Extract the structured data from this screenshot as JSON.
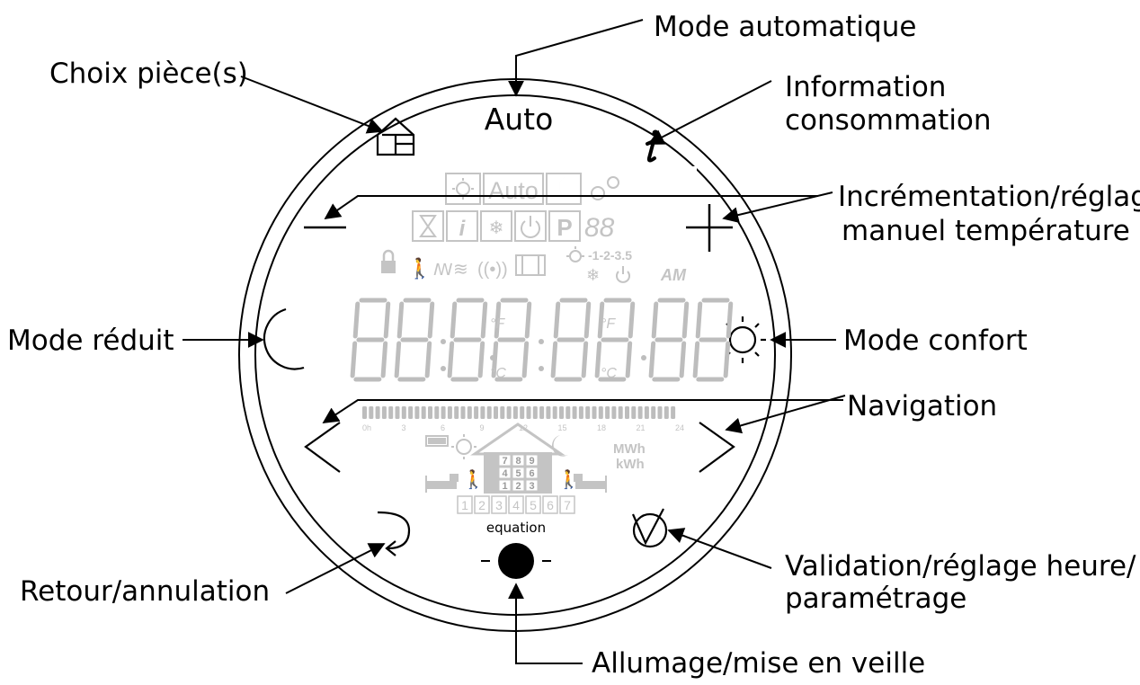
{
  "device": {
    "top_mode_label": "Auto",
    "brand": "equation"
  },
  "annotations": {
    "mode_auto": "Mode automatique",
    "choix_piece": "Choix pièce(s)",
    "info_line1": "Information",
    "info_line2": "consommation",
    "incr_line1": "Incrémentation/réglage",
    "incr_line2": "manuel température",
    "mode_reduit": "Mode réduit",
    "mode_confort": "Mode confort",
    "navigation": "Navigation",
    "retour": "Retour/annulation",
    "validation_line1": "Validation/réglage heure/",
    "validation_line2": "paramétrage",
    "allumage": "Allumage/mise en veille"
  },
  "lcd": {
    "auto_label": "Auto",
    "p_label": "P",
    "mini_digits": "88",
    "levels": "-1-2-3.5",
    "am": "AM",
    "unit_f": "°F",
    "unit_c": "°C",
    "hour_ticks": [
      "0h",
      "3",
      "6",
      "9",
      "12",
      "15",
      "18",
      "21",
      "24"
    ],
    "energy_mwh": "MWh",
    "energy_kwh": "kWh",
    "room_grid": [
      "7",
      "8",
      "9",
      "4",
      "5",
      "6",
      "1",
      "2",
      "3"
    ],
    "days": [
      "1",
      "2",
      "3",
      "4",
      "5",
      "6",
      "7"
    ]
  },
  "icons": [
    "house-icon",
    "info-icon",
    "moon-icon",
    "sun-icon",
    "return-icon",
    "check-icon",
    "power-button",
    "lock-icon",
    "antenna-icon",
    "window-icon",
    "battery-icon",
    "snowflake-icon",
    "hourglass-icon",
    "bed-icon",
    "walker-icon"
  ]
}
